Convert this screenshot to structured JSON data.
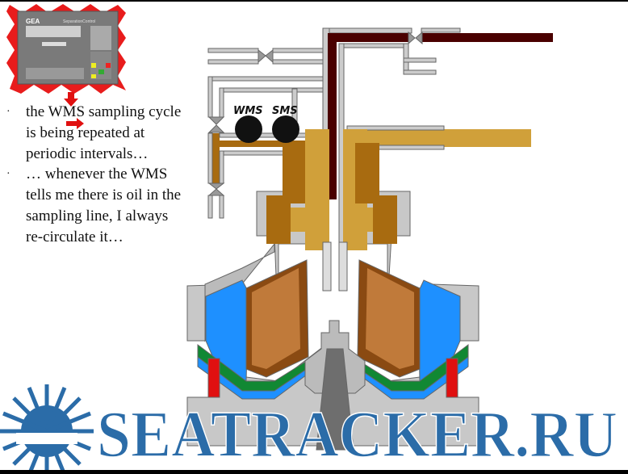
{
  "panel": {
    "brand": "GEA",
    "model": "SeparationControl"
  },
  "diagram": {
    "wms_label": "WMS",
    "sms_label": "SMS"
  },
  "bullets": [
    {
      "text": "the WMS sampling cycle is being repeated at periodic intervals…"
    },
    {
      "text": "… whenever the WMS tells me there is  oil in the sampling line, I always re-circulate it…"
    }
  ],
  "watermark": {
    "text": "SEATRACKER.RU"
  },
  "colors": {
    "oil_pipe": "#4a0000",
    "gold_pipe": "#d0a03a",
    "bowl_gray": "#c8c8c8",
    "water_blue": "#1e90ff",
    "green": "#118833",
    "red": "#e01010",
    "watermark_blue": "#2b6ca8"
  }
}
